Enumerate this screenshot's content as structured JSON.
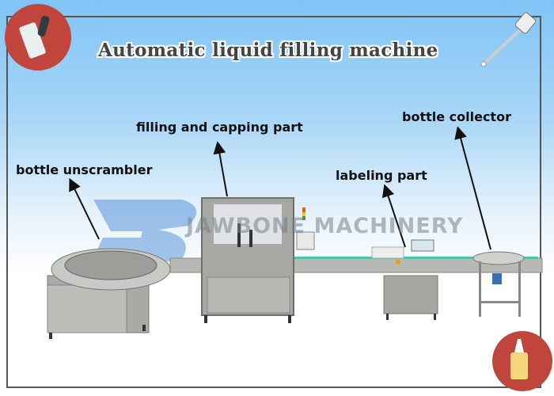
{
  "title": "Automatic liquid filling machine",
  "labels": {
    "unscrambler": "bottle unscrambler",
    "filling": "filling and capping part",
    "labeling": "labeling part",
    "collector": "bottle collector"
  },
  "watermark": "JAWBONE MACHINERY",
  "colors": {
    "badge": "#c0453d",
    "sky": "#7fc4f5",
    "steel": "#a9a9a6"
  }
}
